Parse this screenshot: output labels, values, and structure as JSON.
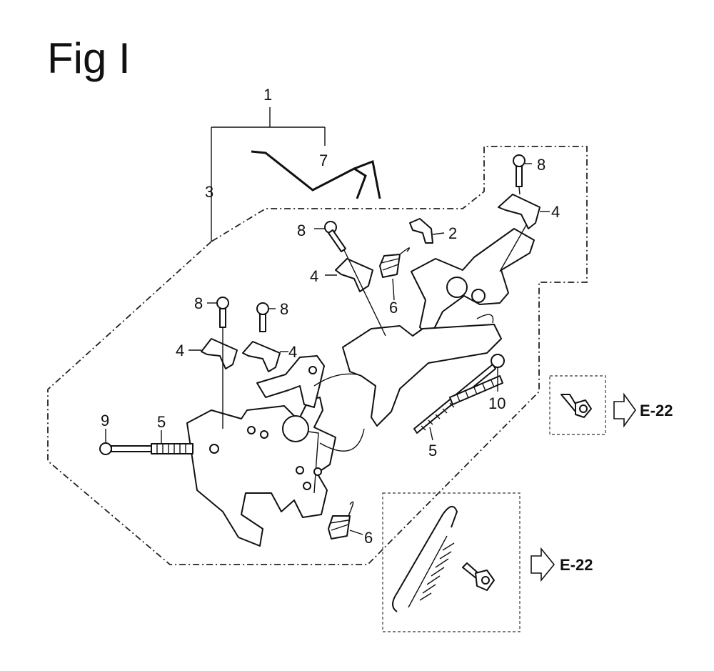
{
  "figure": {
    "title": "Fig I"
  },
  "callouts": {
    "c1": "1",
    "c3": "3",
    "c7": "7",
    "c8a": "8",
    "c8b": "8",
    "c8c": "8",
    "c8d": "8",
    "c4a": "4",
    "c4b": "4",
    "c4c": "4",
    "c4d": "4",
    "c2": "2",
    "c6a": "6",
    "c6b": "6",
    "c9": "9",
    "c5a": "5",
    "c5b": "5",
    "c10": "10"
  },
  "references": {
    "ref_a": "E-22",
    "ref_b": "E-22"
  }
}
